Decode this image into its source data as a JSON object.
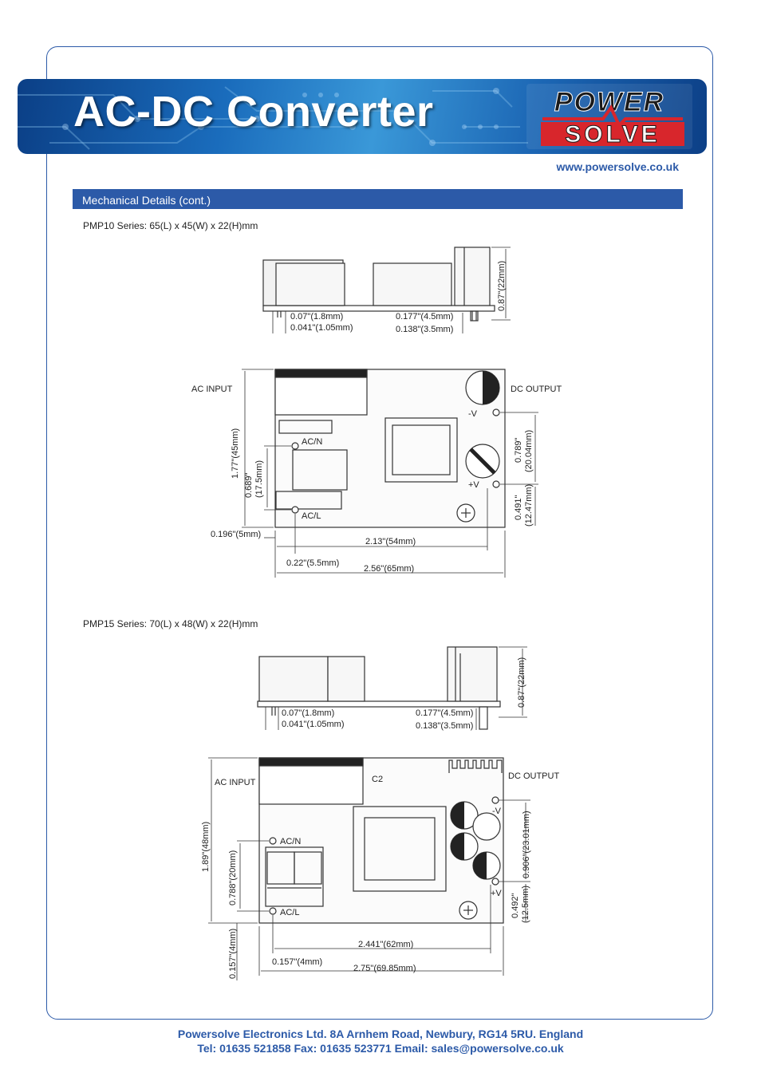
{
  "header": {
    "title": "AC-DC Converter",
    "logo_top": "POWER",
    "logo_bottom": "SOLVE",
    "url": "www.powersolve.co.uk"
  },
  "section": {
    "title": "Mechanical Details (cont.)"
  },
  "pmp10": {
    "label": "PMP10 Series: 65(L) x 45(W) x 22(H)mm",
    "side": {
      "height": "0.87\"(22mm)",
      "pin_len": "0.07\"(1.8mm)",
      "pin_dia": "0.041\"(1.05mm)",
      "out_pin_len": "0.177\"(4.5mm)",
      "out_pin_dia": "0.138\"(3.5mm)"
    },
    "top": {
      "ac_input": "AC INPUT",
      "dc_output": "DC OUTPUT",
      "acn": "AC/N",
      "acl": "AC/L",
      "neg_v": "-V",
      "pos_v": "+V",
      "width": "1.77\"(45mm)",
      "ac_pitch_a": "0.689\"",
      "ac_pitch_b": "(17.5mm)",
      "out_pitch_a": "0.789\"",
      "out_pitch_b": "(20.04mm)",
      "out_offset_a": "0.491\"",
      "out_offset_b": "(12.47mm)",
      "edge_offset": "0.196\"(5mm)",
      "pin_span": "2.13\"(54mm)",
      "pin_inset": "0.22\"(5.5mm)",
      "length": "2.56\"(65mm)"
    }
  },
  "pmp15": {
    "label": "PMP15 Series: 70(L) x 48(W) x 22(H)mm",
    "side": {
      "height": "0.87\"(22mm)",
      "pin_len": "0.07\"(1.8mm)",
      "pin_dia": "0.041\"(1.05mm)",
      "out_pin_len": "0.177\"(4.5mm)",
      "out_pin_dia": "0.138\"(3.5mm)"
    },
    "top": {
      "ac_input": "AC INPUT",
      "dc_output": "DC OUTPUT",
      "c2": "C2",
      "acn": "AC/N",
      "acl": "AC/L",
      "neg_v": "-V",
      "pos_v": "+V",
      "width": "1.89\"(48mm)",
      "ac_pitch": "0.788\"(20mm)",
      "out_pitch": "0.906\"(23.01mm)",
      "out_offset_a": "0.492\"",
      "out_offset_b": "(12.5mm)",
      "edge_offset": "0.157\"(4mm)",
      "pin_span": "2.441\"(62mm)",
      "pin_inset": "0.157\"(4mm)",
      "length": "2.75\"(69.85mm)"
    }
  },
  "footer": {
    "line1": "Powersolve Electronics Ltd.  8A Arnhem Road,  Newbury, RG14 5RU.  England",
    "line2": "Tel: 01635 521858  Fax: 01635 523771  Email: sales@powersolve.co.uk"
  },
  "colors": {
    "brand_blue": "#2c5aa8",
    "logo_red": "#d8262c",
    "banner_dark": "#0b3f86",
    "banner_light": "#3a98d8"
  }
}
